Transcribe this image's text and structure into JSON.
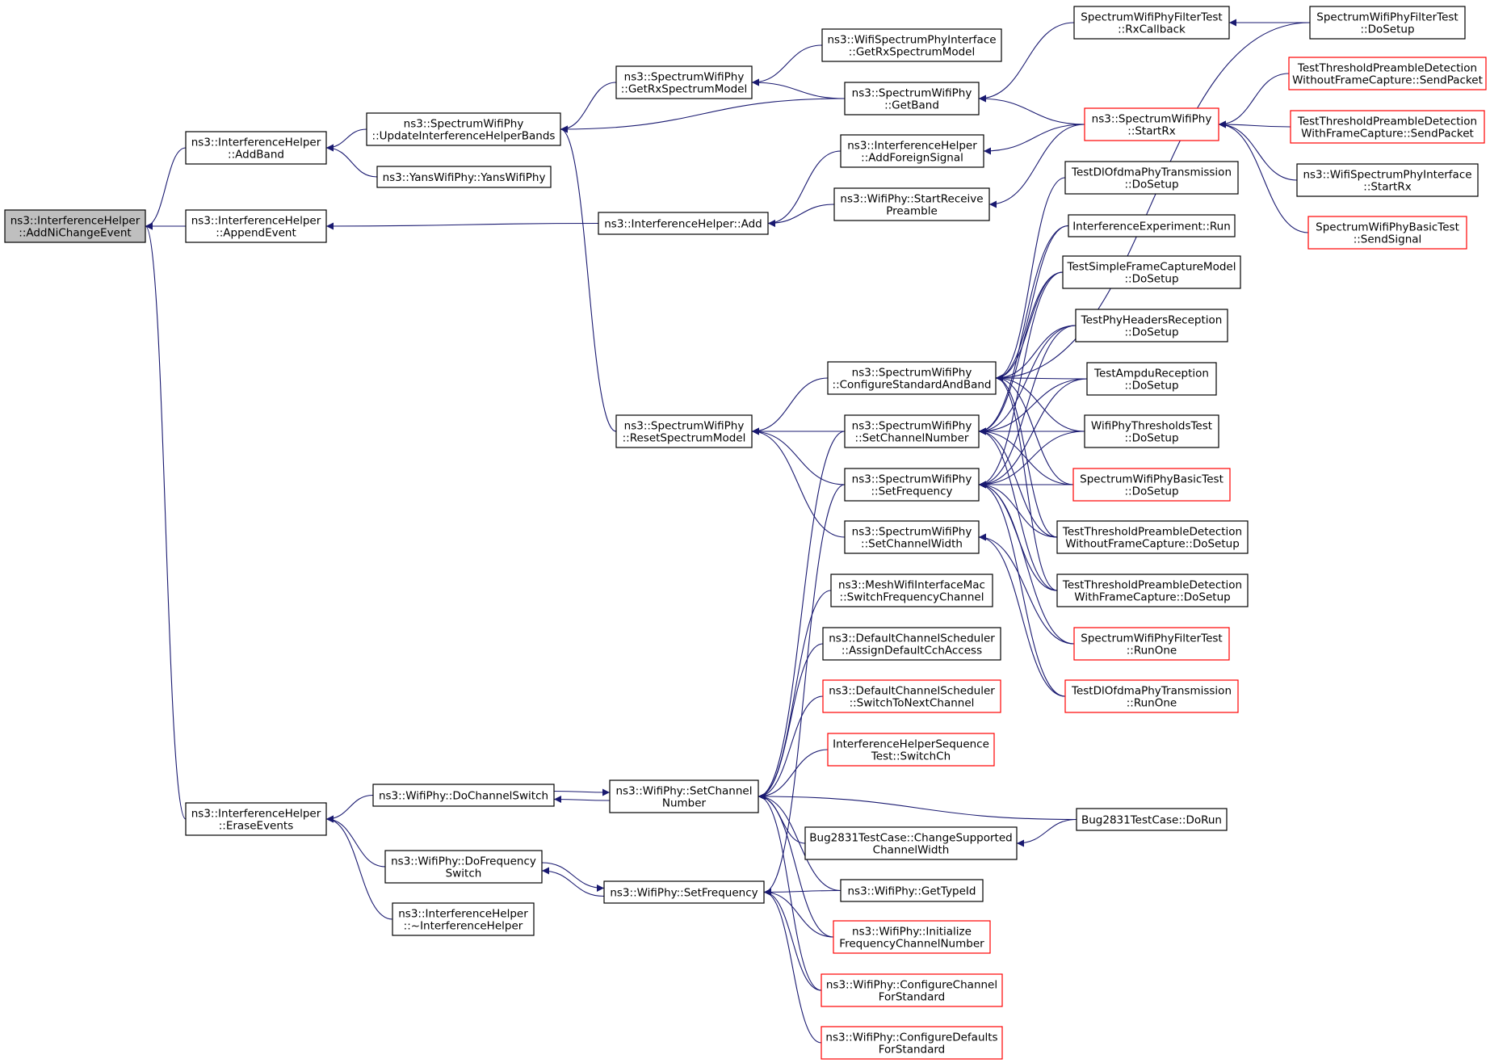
{
  "colors": {
    "edge": "#191970",
    "border_normal": "#000000",
    "border_truncated": "#ff0000",
    "fill_normal": "#ffffff",
    "fill_root": "#bfbfbf"
  },
  "nodes": [
    {
      "id": "root",
      "lines": [
        "ns3::InterferenceHelper",
        "::AddNiChangeEvent"
      ],
      "style": "root"
    },
    {
      "id": "ihAddBand",
      "lines": [
        "ns3::InterferenceHelper",
        "::AddBand"
      ],
      "style": "normal"
    },
    {
      "id": "ihAppendEvent",
      "lines": [
        "ns3::InterferenceHelper",
        "::AppendEvent"
      ],
      "style": "normal"
    },
    {
      "id": "ihEraseEvents",
      "lines": [
        "ns3::InterferenceHelper",
        "::EraseEvents"
      ],
      "style": "normal"
    },
    {
      "id": "swpUpdateIHB",
      "lines": [
        "ns3::SpectrumWifiPhy",
        "::UpdateInterferenceHelperBands"
      ],
      "style": "normal"
    },
    {
      "id": "yansCtor",
      "lines": [
        "ns3::YansWifiPhy::YansWifiPhy"
      ],
      "style": "normal"
    },
    {
      "id": "wpDoChannelSwitch",
      "lines": [
        "ns3::WifiPhy::DoChannelSwitch"
      ],
      "style": "normal"
    },
    {
      "id": "wpDoFrequencySwitch",
      "lines": [
        "ns3::WifiPhy::DoFrequency",
        "Switch"
      ],
      "style": "normal"
    },
    {
      "id": "ihDtor",
      "lines": [
        "ns3::InterferenceHelper",
        "::~InterferenceHelper"
      ],
      "style": "normal"
    },
    {
      "id": "swpGetRxSM",
      "lines": [
        "ns3::SpectrumWifiPhy",
        "::GetRxSpectrumModel"
      ],
      "style": "normal"
    },
    {
      "id": "ihAdd",
      "lines": [
        "ns3::InterferenceHelper::Add"
      ],
      "style": "normal"
    },
    {
      "id": "swpResetSM",
      "lines": [
        "ns3::SpectrumWifiPhy",
        "::ResetSpectrumModel"
      ],
      "style": "normal"
    },
    {
      "id": "wpSetChannelNumber",
      "lines": [
        "ns3::WifiPhy::SetChannel",
        "Number"
      ],
      "style": "normal"
    },
    {
      "id": "wpSetFrequency",
      "lines": [
        "ns3::WifiPhy::SetFrequency"
      ],
      "style": "normal"
    },
    {
      "id": "wspiGetRxSM",
      "lines": [
        "ns3::WifiSpectrumPhyInterface",
        "::GetRxSpectrumModel"
      ],
      "style": "normal"
    },
    {
      "id": "swpGetBand",
      "lines": [
        "ns3::SpectrumWifiPhy",
        "::GetBand"
      ],
      "style": "normal"
    },
    {
      "id": "ihAddForeign",
      "lines": [
        "ns3::InterferenceHelper",
        "::AddForeignSignal"
      ],
      "style": "normal"
    },
    {
      "id": "wpStartRecvPre",
      "lines": [
        "ns3::WifiPhy::StartReceive",
        "Preamble"
      ],
      "style": "normal"
    },
    {
      "id": "swpConfigStdBand",
      "lines": [
        "ns3::SpectrumWifiPhy",
        "::ConfigureStandardAndBand"
      ],
      "style": "normal"
    },
    {
      "id": "swpSetChannelNumber",
      "lines": [
        "ns3::SpectrumWifiPhy",
        "::SetChannelNumber"
      ],
      "style": "normal"
    },
    {
      "id": "swpSetFrequency",
      "lines": [
        "ns3::SpectrumWifiPhy",
        "::SetFrequency"
      ],
      "style": "normal"
    },
    {
      "id": "swpSetChannelWidth",
      "lines": [
        "ns3::SpectrumWifiPhy",
        "::SetChannelWidth"
      ],
      "style": "normal"
    },
    {
      "id": "meshSwitchFreq",
      "lines": [
        "ns3::MeshWifiInterfaceMac",
        "::SwitchFrequencyChannel"
      ],
      "style": "normal"
    },
    {
      "id": "dcsAssign",
      "lines": [
        "ns3::DefaultChannelScheduler",
        "::AssignDefaultCchAccess"
      ],
      "style": "normal"
    },
    {
      "id": "dcsSwitchNext",
      "lines": [
        "ns3::DefaultChannelScheduler",
        "::SwitchToNextChannel"
      ],
      "style": "truncated"
    },
    {
      "id": "ihSeqSwitchCh",
      "lines": [
        "InterferenceHelperSequence",
        "Test::SwitchCh"
      ],
      "style": "truncated"
    },
    {
      "id": "bugChangeWidth",
      "lines": [
        "Bug2831TestCase::ChangeSupported",
        "ChannelWidth"
      ],
      "style": "normal"
    },
    {
      "id": "wpGetTypeId",
      "lines": [
        "ns3::WifiPhy::GetTypeId"
      ],
      "style": "normal"
    },
    {
      "id": "wpInitFreqCh",
      "lines": [
        "ns3::WifiPhy::Initialize",
        "FrequencyChannelNumber"
      ],
      "style": "truncated"
    },
    {
      "id": "wpConfigChannel",
      "lines": [
        "ns3::WifiPhy::ConfigureChannel",
        "ForStandard"
      ],
      "style": "truncated"
    },
    {
      "id": "wpConfigDefaults",
      "lines": [
        "ns3::WifiPhy::ConfigureDefaults",
        "ForStandard"
      ],
      "style": "truncated"
    },
    {
      "id": "swpfRxCallback",
      "lines": [
        "SpectrumWifiPhyFilterTest",
        "::RxCallback"
      ],
      "style": "normal"
    },
    {
      "id": "swpStartRx",
      "lines": [
        "ns3::SpectrumWifiPhy",
        "::StartRx"
      ],
      "style": "truncated"
    },
    {
      "id": "tdlDoSetup",
      "lines": [
        "TestDlOfdmaPhyTransmission",
        "::DoSetup"
      ],
      "style": "normal"
    },
    {
      "id": "ieRun",
      "lines": [
        "InterferenceExperiment::Run"
      ],
      "style": "normal"
    },
    {
      "id": "tsfcDoSetup",
      "lines": [
        "TestSimpleFrameCaptureModel",
        "::DoSetup"
      ],
      "style": "normal"
    },
    {
      "id": "tphrDoSetup",
      "lines": [
        "TestPhyHeadersReception",
        "::DoSetup"
      ],
      "style": "normal"
    },
    {
      "id": "tarDoSetup",
      "lines": [
        "TestAmpduReception",
        "::DoSetup"
      ],
      "style": "normal"
    },
    {
      "id": "wptDoSetup",
      "lines": [
        "WifiPhyThresholdsTest",
        "::DoSetup"
      ],
      "style": "normal"
    },
    {
      "id": "swpbDoSetup",
      "lines": [
        "SpectrumWifiPhyBasicTest",
        "::DoSetup"
      ],
      "style": "truncated"
    },
    {
      "id": "ttpdWoDoSetup",
      "lines": [
        "TestThresholdPreambleDetection",
        "WithoutFrameCapture::DoSetup"
      ],
      "style": "normal"
    },
    {
      "id": "ttpdWDoSetup",
      "lines": [
        "TestThresholdPreambleDetection",
        "WithFrameCapture::DoSetup"
      ],
      "style": "normal"
    },
    {
      "id": "swpfRunOne",
      "lines": [
        "SpectrumWifiPhyFilterTest",
        "::RunOne"
      ],
      "style": "truncated"
    },
    {
      "id": "tdlRunOne",
      "lines": [
        "TestDlOfdmaPhyTransmission",
        "::RunOne"
      ],
      "style": "truncated"
    },
    {
      "id": "bugDoRun",
      "lines": [
        "Bug2831TestCase::DoRun"
      ],
      "style": "normal"
    },
    {
      "id": "swpfDoSetup",
      "lines": [
        "SpectrumWifiPhyFilterTest",
        "::DoSetup"
      ],
      "style": "normal"
    },
    {
      "id": "ttpdWoSend",
      "lines": [
        "TestThresholdPreambleDetection",
        "WithoutFrameCapture::SendPacket"
      ],
      "style": "truncated"
    },
    {
      "id": "ttpdWSend",
      "lines": [
        "TestThresholdPreambleDetection",
        "WithFrameCapture::SendPacket"
      ],
      "style": "truncated"
    },
    {
      "id": "wspiStartRx",
      "lines": [
        "ns3::WifiSpectrumPhyInterface",
        "::StartRx"
      ],
      "style": "normal"
    },
    {
      "id": "swpbSendSignal",
      "lines": [
        "SpectrumWifiPhyBasicTest",
        "::SendSignal"
      ],
      "style": "truncated"
    }
  ],
  "edges": [
    [
      "ihAddBand",
      "root"
    ],
    [
      "ihAppendEvent",
      "root"
    ],
    [
      "ihEraseEvents",
      "root"
    ],
    [
      "swpUpdateIHB",
      "ihAddBand"
    ],
    [
      "yansCtor",
      "ihAddBand"
    ],
    [
      "ihAdd",
      "ihAppendEvent"
    ],
    [
      "wpDoChannelSwitch",
      "ihEraseEvents"
    ],
    [
      "wpDoFrequencySwitch",
      "ihEraseEvents"
    ],
    [
      "ihDtor",
      "ihEraseEvents"
    ],
    [
      "swpGetRxSM",
      "swpUpdateIHB"
    ],
    [
      "swpGetBand",
      "swpUpdateIHB"
    ],
    [
      "swpResetSM",
      "swpUpdateIHB"
    ],
    [
      "wpSetChannelNumber",
      "wpDoChannelSwitch"
    ],
    [
      "wpDoChannelSwitch",
      "wpSetChannelNumber"
    ],
    [
      "wpSetFrequency",
      "wpDoFrequencySwitch"
    ],
    [
      "wpDoFrequencySwitch",
      "wpSetFrequency"
    ],
    [
      "wspiGetRxSM",
      "swpGetRxSM"
    ],
    [
      "swpGetBand",
      "swpGetRxSM"
    ],
    [
      "ihAddForeign",
      "ihAdd"
    ],
    [
      "wpStartRecvPre",
      "ihAdd"
    ],
    [
      "swpConfigStdBand",
      "swpResetSM"
    ],
    [
      "swpSetChannelNumber",
      "swpResetSM"
    ],
    [
      "swpSetFrequency",
      "swpResetSM"
    ],
    [
      "swpSetChannelWidth",
      "swpResetSM"
    ],
    [
      "swpSetChannelNumber",
      "wpSetChannelNumber"
    ],
    [
      "meshSwitchFreq",
      "wpSetChannelNumber"
    ],
    [
      "dcsAssign",
      "wpSetChannelNumber"
    ],
    [
      "dcsSwitchNext",
      "wpSetChannelNumber"
    ],
    [
      "ihSeqSwitchCh",
      "wpSetChannelNumber"
    ],
    [
      "bugChangeWidth",
      "wpSetChannelNumber"
    ],
    [
      "wpGetTypeId",
      "wpSetChannelNumber"
    ],
    [
      "wpInitFreqCh",
      "wpSetChannelNumber"
    ],
    [
      "wpConfigChannel",
      "wpSetChannelNumber"
    ],
    [
      "bugDoRun",
      "wpSetChannelNumber"
    ],
    [
      "swpSetFrequency",
      "wpSetFrequency"
    ],
    [
      "wpGetTypeId",
      "wpSetFrequency"
    ],
    [
      "wpInitFreqCh",
      "wpSetFrequency"
    ],
    [
      "wpConfigChannel",
      "wpSetFrequency"
    ],
    [
      "wpConfigDefaults",
      "wpSetFrequency"
    ],
    [
      "swpfRxCallback",
      "swpGetBand"
    ],
    [
      "swpStartRx",
      "swpGetBand"
    ],
    [
      "swpStartRx",
      "ihAddForeign"
    ],
    [
      "swpStartRx",
      "wpStartRecvPre"
    ],
    [
      "tdlDoSetup",
      "swpConfigStdBand"
    ],
    [
      "ieRun",
      "swpConfigStdBand"
    ],
    [
      "tsfcDoSetup",
      "swpConfigStdBand"
    ],
    [
      "tphrDoSetup",
      "swpConfigStdBand"
    ],
    [
      "tarDoSetup",
      "swpConfigStdBand"
    ],
    [
      "wptDoSetup",
      "swpConfigStdBand"
    ],
    [
      "swpbDoSetup",
      "swpConfigStdBand"
    ],
    [
      "ttpdWoDoSetup",
      "swpConfigStdBand"
    ],
    [
      "ttpdWDoSetup",
      "swpConfigStdBand"
    ],
    [
      "swpfDoSetup",
      "swpConfigStdBand"
    ],
    [
      "ieRun",
      "swpSetChannelNumber"
    ],
    [
      "tsfcDoSetup",
      "swpSetChannelNumber"
    ],
    [
      "tphrDoSetup",
      "swpSetChannelNumber"
    ],
    [
      "tarDoSetup",
      "swpSetChannelNumber"
    ],
    [
      "wptDoSetup",
      "swpSetChannelNumber"
    ],
    [
      "swpbDoSetup",
      "swpSetChannelNumber"
    ],
    [
      "ttpdWoDoSetup",
      "swpSetChannelNumber"
    ],
    [
      "ttpdWDoSetup",
      "swpSetChannelNumber"
    ],
    [
      "tsfcDoSetup",
      "swpSetFrequency"
    ],
    [
      "tphrDoSetup",
      "swpSetFrequency"
    ],
    [
      "tarDoSetup",
      "swpSetFrequency"
    ],
    [
      "wptDoSetup",
      "swpSetFrequency"
    ],
    [
      "swpbDoSetup",
      "swpSetFrequency"
    ],
    [
      "ttpdWoDoSetup",
      "swpSetFrequency"
    ],
    [
      "ttpdWDoSetup",
      "swpSetFrequency"
    ],
    [
      "swpfRunOne",
      "swpSetFrequency"
    ],
    [
      "tdlRunOne",
      "swpSetFrequency"
    ],
    [
      "swpfRunOne",
      "swpSetChannelWidth"
    ],
    [
      "tdlRunOne",
      "swpSetChannelWidth"
    ],
    [
      "bugDoRun",
      "bugChangeWidth"
    ],
    [
      "swpfDoSetup",
      "swpfRxCallback"
    ],
    [
      "ttpdWoSend",
      "swpStartRx"
    ],
    [
      "ttpdWSend",
      "swpStartRx"
    ],
    [
      "wspiStartRx",
      "swpStartRx"
    ],
    [
      "swpbSendSignal",
      "swpStartRx"
    ]
  ]
}
